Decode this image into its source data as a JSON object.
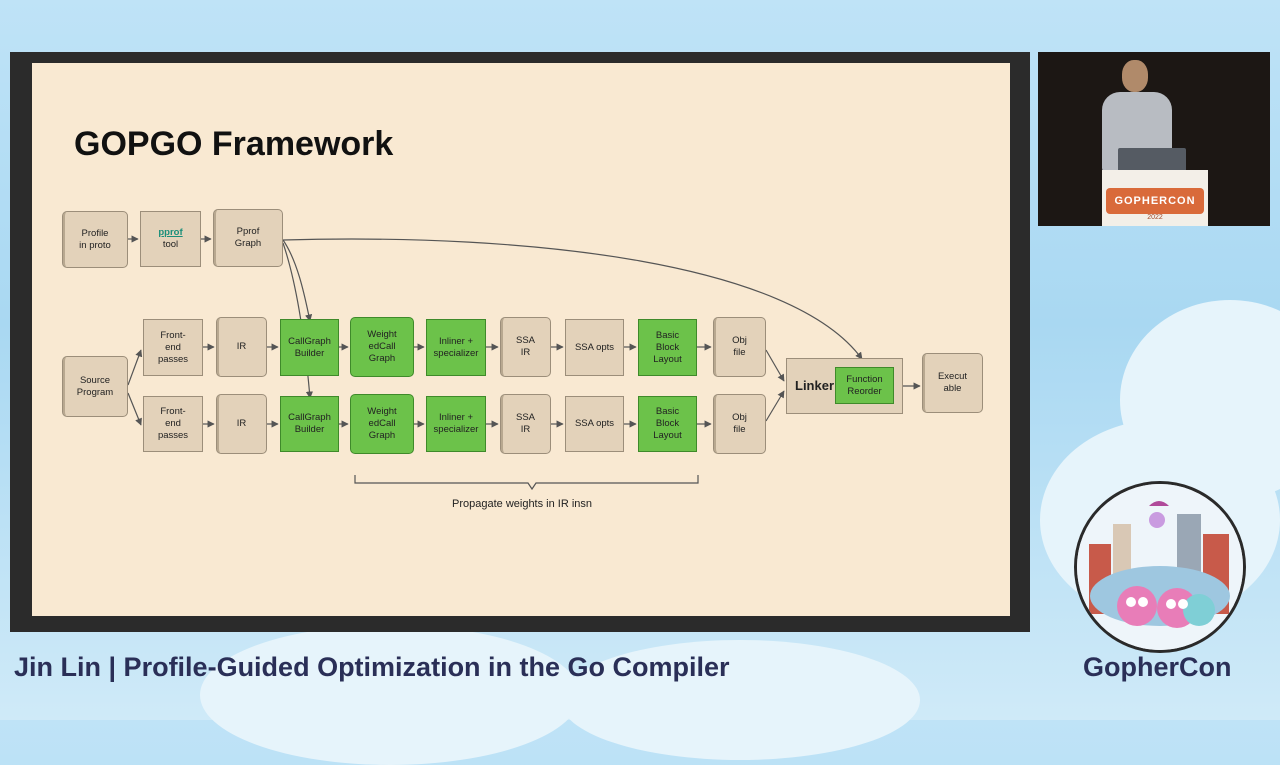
{
  "slide": {
    "title": "GOPGO Framework",
    "nodes": {
      "profile": "Profile\nin proto",
      "pprof_link": "pprof",
      "pprof_tool": "tool",
      "pprof_graph": "Pprof\nGraph",
      "source": "Source\nProgram",
      "frontend": "Front-\nend\npasses",
      "ir": "IR",
      "callgraph": "CallGraph\nBuilder",
      "weighted": "Weight\nedCall\nGraph",
      "inliner": "Inliner +\nspecializer",
      "ssa_ir": "SSA\nIR",
      "ssa_opts": "SSA opts",
      "bbl": "Basic\nBlock\nLayout",
      "obj": "Obj\nfile",
      "linker": "Linker",
      "func_reorder": "Function\nReorder",
      "exec": "Execut\nable"
    },
    "brace_label": "Propagate weights in IR insn"
  },
  "footer": {
    "talk_title": "Jin Lin | Profile-Guided Optimization in the Go Compiler",
    "brand": "GopherCon"
  },
  "video": {
    "sign": "GOPHERCON",
    "year": "2022"
  },
  "colors": {
    "green": "#6cc24a",
    "tan": "#e3d2ba",
    "slide_bg": "#f9e9d2",
    "footer_text": "#2a2f57"
  }
}
